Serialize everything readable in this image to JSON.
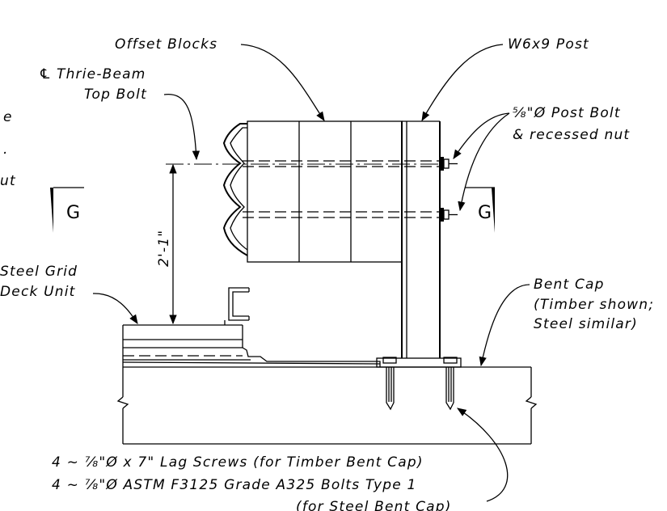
{
  "labels": {
    "offset_blocks": "Offset Blocks",
    "post": "W6x9 Post",
    "thrie_beam_line1": "Thrie-Beam",
    "thrie_beam_line2": "Top Bolt",
    "post_bolt_line1": "⅝\"Ø Post Bolt",
    "post_bolt_line2": "& recessed nut",
    "left_partial_1": "e",
    "left_partial_2": ".",
    "left_partial_3": "ut",
    "grid_line1": "Steel Grid",
    "grid_line2": "Deck Unit",
    "bent_cap_line1": "Bent Cap",
    "bent_cap_line2": "(Timber shown;",
    "bent_cap_line3": "Steel similar)",
    "dimension": "2'-1\"",
    "section_left": "G",
    "section_right": "G",
    "lag_screws": "4 ~ ⅞\"Ø x 7\" Lag Screws (for Timber Bent Cap)",
    "bolts": "4 ~ ⅞\"Ø ASTM F3125 Grade A325 Bolts Type 1",
    "bolts_note": "(for Steel Bent Cap)"
  },
  "symbols": {
    "centerline": "℄"
  }
}
